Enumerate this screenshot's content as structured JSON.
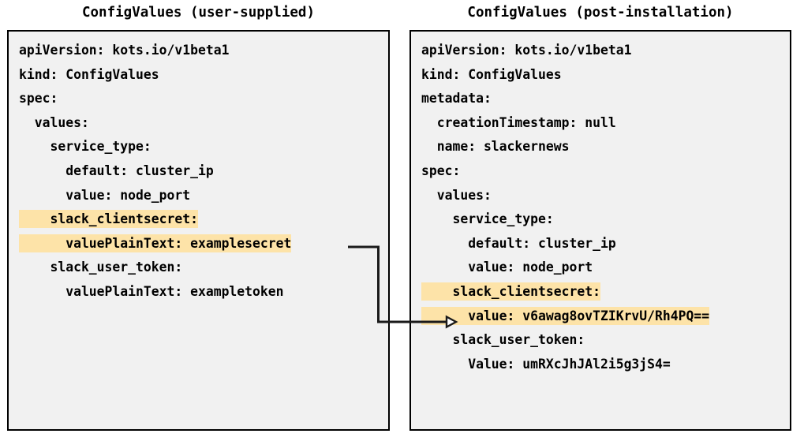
{
  "panels": [
    {
      "id": "user-supplied",
      "title": "ConfigValues (user-supplied)",
      "lines": [
        {
          "text": "apiVersion: kots.io/v1beta1",
          "highlight": false
        },
        {
          "text": "kind: ConfigValues",
          "highlight": false
        },
        {
          "text": "spec:",
          "highlight": false
        },
        {
          "text": "  values:",
          "highlight": false
        },
        {
          "text": "    service_type:",
          "highlight": false
        },
        {
          "text": "      default: cluster_ip",
          "highlight": false
        },
        {
          "text": "      value: node_port",
          "highlight": false
        },
        {
          "text": "    slack_clientsecret:",
          "highlight": true
        },
        {
          "text": "      valuePlainText: examplesecret",
          "highlight": true
        },
        {
          "text": "    slack_user_token:",
          "highlight": false
        },
        {
          "text": "      valuePlainText: exampletoken",
          "highlight": false
        }
      ]
    },
    {
      "id": "post-installation",
      "title": "ConfigValues (post-installation)",
      "lines": [
        {
          "text": "apiVersion: kots.io/v1beta1",
          "highlight": false
        },
        {
          "text": "kind: ConfigValues",
          "highlight": false
        },
        {
          "text": "metadata:",
          "highlight": false
        },
        {
          "text": "  creationTimestamp: null",
          "highlight": false
        },
        {
          "text": "  name: slackernews",
          "highlight": false
        },
        {
          "text": "spec:",
          "highlight": false
        },
        {
          "text": "  values:",
          "highlight": false
        },
        {
          "text": "    service_type:",
          "highlight": false
        },
        {
          "text": "      default: cluster_ip",
          "highlight": false
        },
        {
          "text": "      value: node_port",
          "highlight": false
        },
        {
          "text": "    slack_clientsecret:",
          "highlight": true
        },
        {
          "text": "      value: v6awag8ovTZIKrvU/Rh4PQ==",
          "highlight": true
        },
        {
          "text": "    slack_user_token:",
          "highlight": false
        },
        {
          "text": "      Value: umRXcJhJAl2i5g3jS4=",
          "highlight": false
        }
      ]
    }
  ],
  "colors": {
    "highlight": "#fde3a8",
    "panel_background": "#f1f1f1",
    "panel_border": "#000000",
    "text": "#000000",
    "connector": "#1a1a1a"
  },
  "connector": {
    "label": "encrypted-value-mapping-arrow",
    "from": "valuePlainText: examplesecret",
    "to": "value: v6awag8ovTZIKrvU/Rh4PQ=="
  }
}
